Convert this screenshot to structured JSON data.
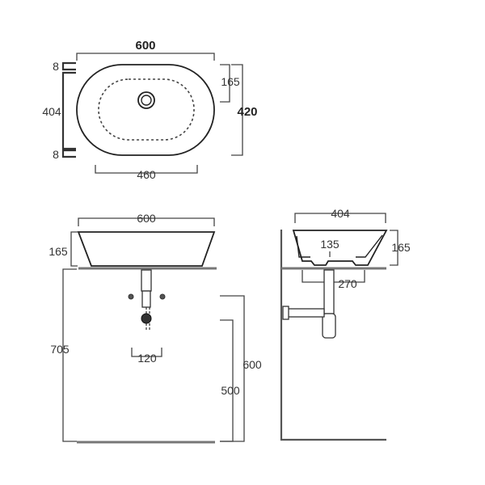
{
  "top_view": {
    "width": "600",
    "depth_total": "420",
    "inner_depth": "404",
    "rim_top": "8",
    "rim_bottom": "8",
    "drain_offset": "165",
    "base_width": "460"
  },
  "front_view": {
    "width": "600",
    "height": "165",
    "bracket_spacing": "120",
    "floor_to_rim": "705",
    "floor_to_countertop": "600",
    "floor_to_waste": "500"
  },
  "side_view": {
    "depth": "404",
    "inner_height": "135",
    "height": "165",
    "base_depth": "270"
  }
}
